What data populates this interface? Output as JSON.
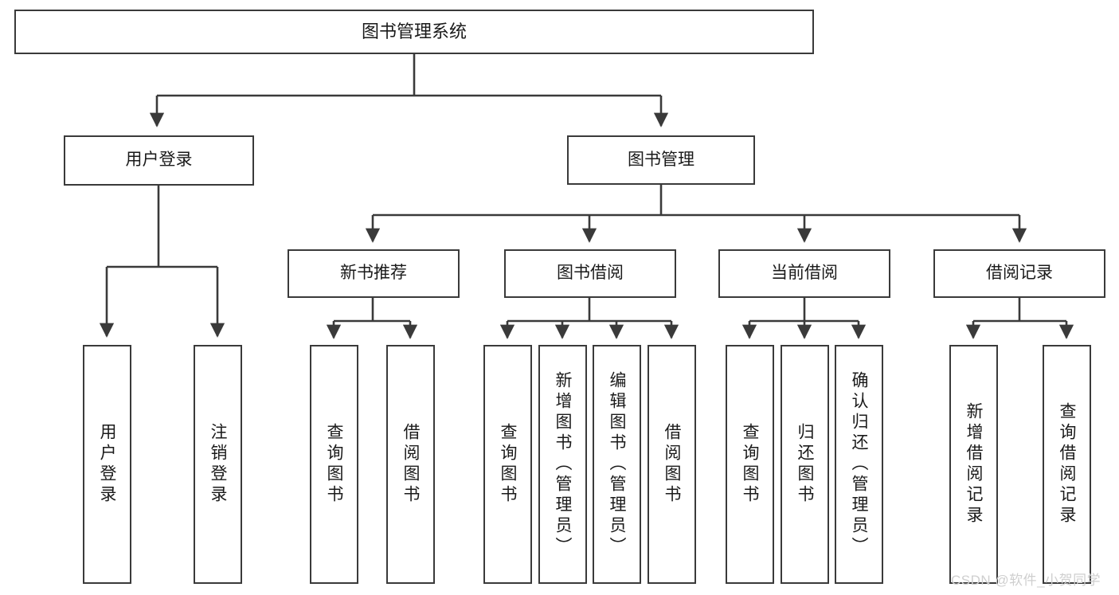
{
  "diagram": {
    "title": "图书管理系统",
    "type": "hierarchy-tree",
    "colors": {
      "background": "#ffffff",
      "box_border": "#3a3a3a",
      "box_fill": "#ffffff",
      "line": "#3a3a3a",
      "text": "#1a1a1a",
      "watermark": "#cfcfcf"
    },
    "levels": {
      "root": "图书管理系统",
      "level2": [
        "用户登录",
        "图书管理"
      ],
      "level3": [
        "新书推荐",
        "图书借阅",
        "当前借阅",
        "借阅记录"
      ]
    },
    "nodes": {
      "root": {
        "label": "图书管理系统"
      },
      "user_login": {
        "label": "用户登录"
      },
      "book_manage": {
        "label": "图书管理"
      },
      "new_book_rec": {
        "label": "新书推荐"
      },
      "book_borrow": {
        "label": "图书借阅"
      },
      "current_borrow": {
        "label": "当前借阅"
      },
      "borrow_record": {
        "label": "借阅记录"
      },
      "leaf_user_login": {
        "label": "用户登录"
      },
      "leaf_logout": {
        "label": "注销登录"
      },
      "leaf_query_book_1": {
        "label": "查询图书"
      },
      "leaf_borrow_book_1": {
        "label": "借阅图书"
      },
      "leaf_query_book_2": {
        "label": "查询图书"
      },
      "leaf_add_book_admin": {
        "label": "新增图书（管理员）"
      },
      "leaf_edit_book_admin": {
        "label": "编辑图书（管理员）"
      },
      "leaf_borrow_book_2": {
        "label": "借阅图书"
      },
      "leaf_query_book_3": {
        "label": "查询图书"
      },
      "leaf_return_book": {
        "label": "归还图书"
      },
      "leaf_confirm_return_admin": {
        "label": "确认归还（管理员）"
      },
      "leaf_add_borrow_record": {
        "label": "新增借阅记录"
      },
      "leaf_query_borrow_record": {
        "label": "查询借阅记录"
      }
    },
    "edges": [
      {
        "from": "root",
        "to": "user_login"
      },
      {
        "from": "root",
        "to": "book_manage"
      },
      {
        "from": "user_login",
        "to": "leaf_user_login"
      },
      {
        "from": "user_login",
        "to": "leaf_logout"
      },
      {
        "from": "book_manage",
        "to": "new_book_rec"
      },
      {
        "from": "book_manage",
        "to": "book_borrow"
      },
      {
        "from": "book_manage",
        "to": "current_borrow"
      },
      {
        "from": "book_manage",
        "to": "borrow_record"
      },
      {
        "from": "new_book_rec",
        "to": "leaf_query_book_1"
      },
      {
        "from": "new_book_rec",
        "to": "leaf_borrow_book_1"
      },
      {
        "from": "book_borrow",
        "to": "leaf_query_book_2"
      },
      {
        "from": "book_borrow",
        "to": "leaf_add_book_admin"
      },
      {
        "from": "book_borrow",
        "to": "leaf_edit_book_admin"
      },
      {
        "from": "book_borrow",
        "to": "leaf_borrow_book_2"
      },
      {
        "from": "current_borrow",
        "to": "leaf_query_book_3"
      },
      {
        "from": "current_borrow",
        "to": "leaf_return_book"
      },
      {
        "from": "current_borrow",
        "to": "leaf_confirm_return_admin"
      },
      {
        "from": "borrow_record",
        "to": "leaf_add_borrow_record"
      },
      {
        "from": "borrow_record",
        "to": "leaf_query_borrow_record"
      }
    ]
  },
  "watermark": {
    "text": "CSDN @软件_小贺同学"
  }
}
